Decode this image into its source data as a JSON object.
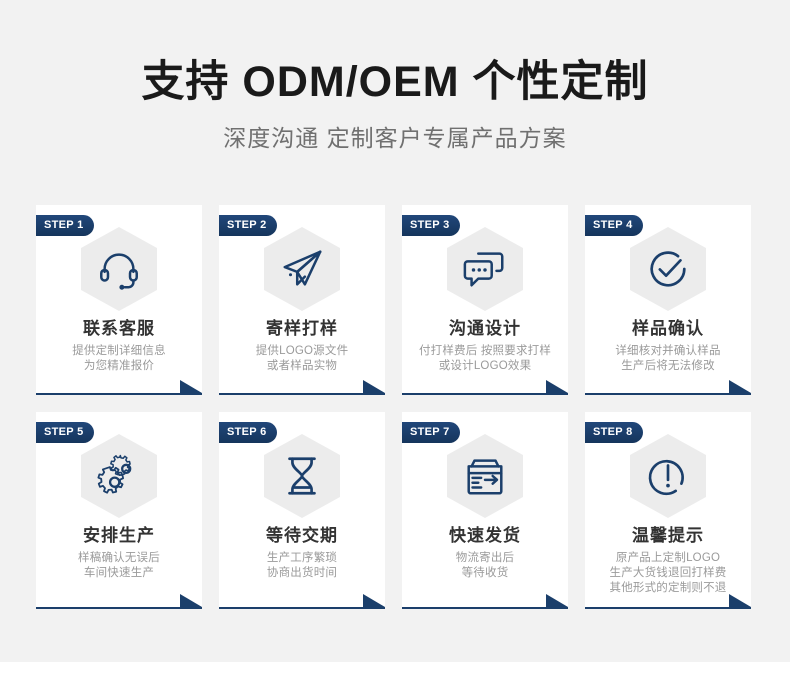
{
  "header": {
    "title": "支持 ODM/OEM 个性定制",
    "subtitle": "深度沟通 定制客户专属产品方案"
  },
  "theme": {
    "page_bg": "#f2f2f2",
    "card_bg": "#ffffff",
    "accent_navy": "#1b3f6b",
    "hex_bg": "#ececec",
    "title_color": "#333333",
    "desc_color": "#9a9a9a"
  },
  "steps": [
    {
      "badge": "STEP 1",
      "icon": "headset-icon",
      "title": "联系客服",
      "desc": "提供定制详细信息\n为您精准报价"
    },
    {
      "badge": "STEP 2",
      "icon": "paper-plane-icon",
      "title": "寄样打样",
      "desc": "提供LOGO源文件\n或者样品实物"
    },
    {
      "badge": "STEP 3",
      "icon": "chat-bubbles-icon",
      "title": "沟通设计",
      "desc": "付打样费后 按照要求打样\n或设计LOGO效果"
    },
    {
      "badge": "STEP 4",
      "icon": "check-circle-icon",
      "title": "样品确认",
      "desc": "详细核对并确认样品\n生产后将无法修改"
    },
    {
      "badge": "STEP 5",
      "icon": "gears-icon",
      "title": "安排生产",
      "desc": "样稿确认无误后\n车间快速生产"
    },
    {
      "badge": "STEP 6",
      "icon": "hourglass-icon",
      "title": "等待交期",
      "desc": "生产工序繁琐\n协商出货时间"
    },
    {
      "badge": "STEP 7",
      "icon": "shipping-box-arrow-icon",
      "title": "快速发货",
      "desc": "物流寄出后\n等待收货"
    },
    {
      "badge": "STEP 8",
      "icon": "exclamation-circle-icon",
      "title": "温馨提示",
      "desc": "原产品上定制LOGO\n生产大货钱退回打样费\n其他形式的定制则不退"
    }
  ]
}
